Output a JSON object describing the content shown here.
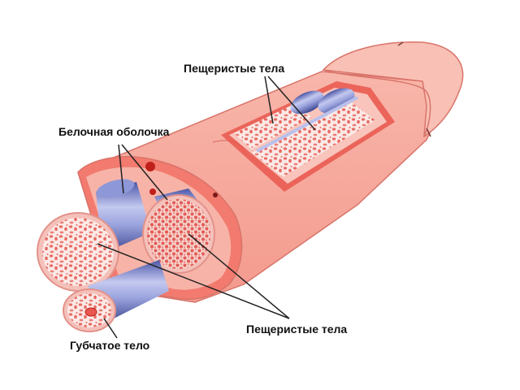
{
  "labels": {
    "cavernous_top": "Пещеристые тела",
    "tunica": "Белочная оболочка",
    "cavernous_bottom": "Пещеристые тела",
    "spongiosum": "Губчатое тело"
  },
  "colors": {
    "skin": "#f6a79b",
    "skin_light": "#f9c0b5",
    "skin_outline": "#d9746a",
    "fascia_red": "#e9574e",
    "tunica_blue": "#9fa8e0",
    "tunica_blue_dark": "#4b56a8",
    "tissue_bg": "#fbe9e6",
    "tissue_cell": "#e86a63",
    "line": "#222222"
  }
}
